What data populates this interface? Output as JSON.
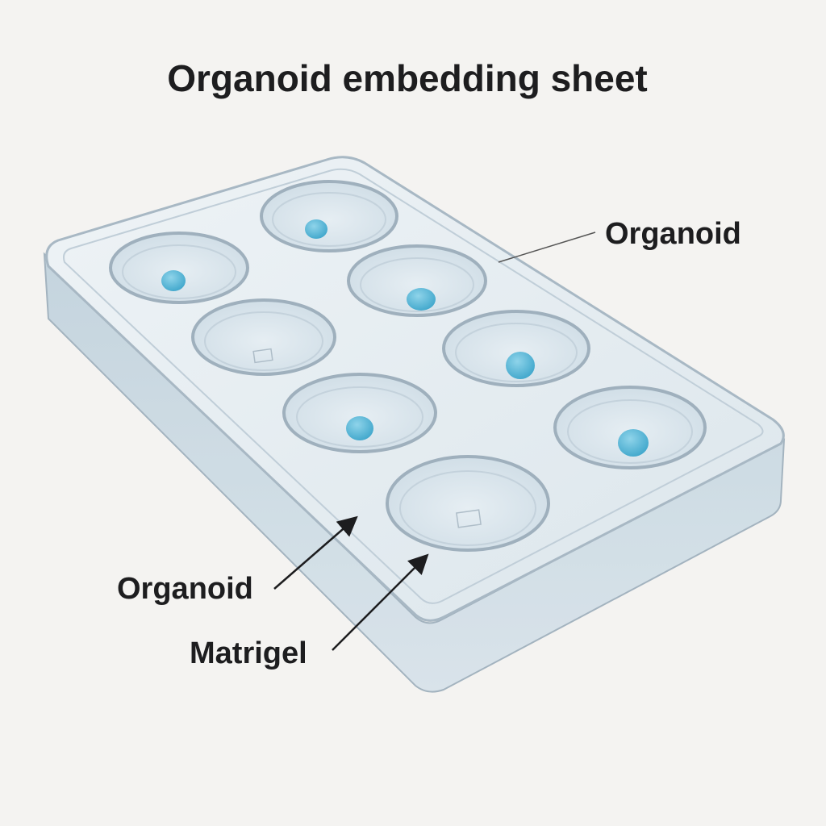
{
  "title": "Organoid embedding sheet",
  "labels": {
    "organoid_top": "Organoid",
    "organoid_bottom": "Organoid",
    "matrigel": "Matrigel"
  },
  "wells": [
    {
      "id": "well-1",
      "contains": "organoid"
    },
    {
      "id": "well-2",
      "contains": "organoid"
    },
    {
      "id": "well-3",
      "contains": "organoid"
    },
    {
      "id": "well-4",
      "contains": "empty"
    },
    {
      "id": "well-5",
      "contains": "organoid"
    },
    {
      "id": "well-6",
      "contains": "organoid"
    },
    {
      "id": "well-7",
      "contains": "organoid"
    },
    {
      "id": "well-8",
      "contains": "empty"
    }
  ],
  "colors": {
    "background": "#f4f3f1",
    "plate": "#c9d7e0",
    "plate_edge": "#9fb0bd",
    "organoid": "#52b4d6",
    "text": "#1d1d1f"
  }
}
